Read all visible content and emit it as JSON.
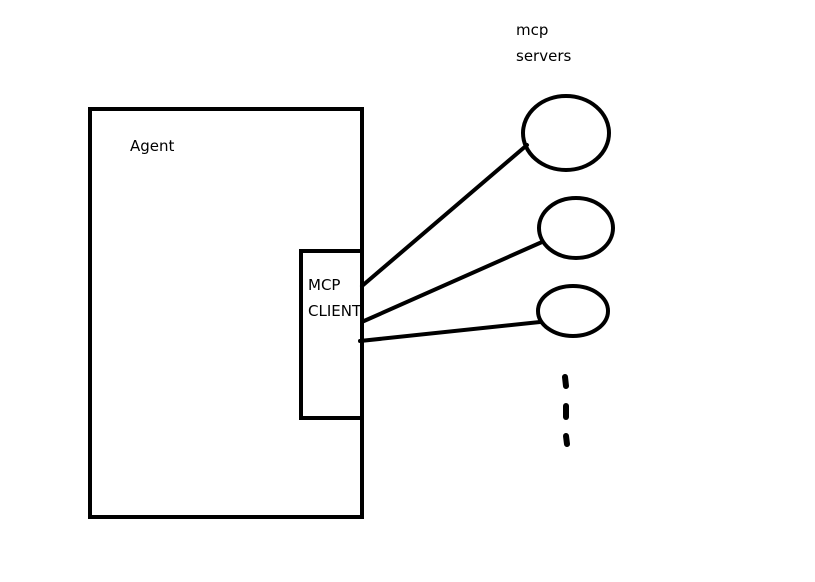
{
  "labels": {
    "agent": "Agent",
    "mcp_client_line1": "MCP",
    "mcp_client_line2": "CLIENT",
    "servers_line1": "mcp",
    "servers_line2": "servers"
  },
  "colors": {
    "stroke": "#000000",
    "background": "#ffffff"
  }
}
